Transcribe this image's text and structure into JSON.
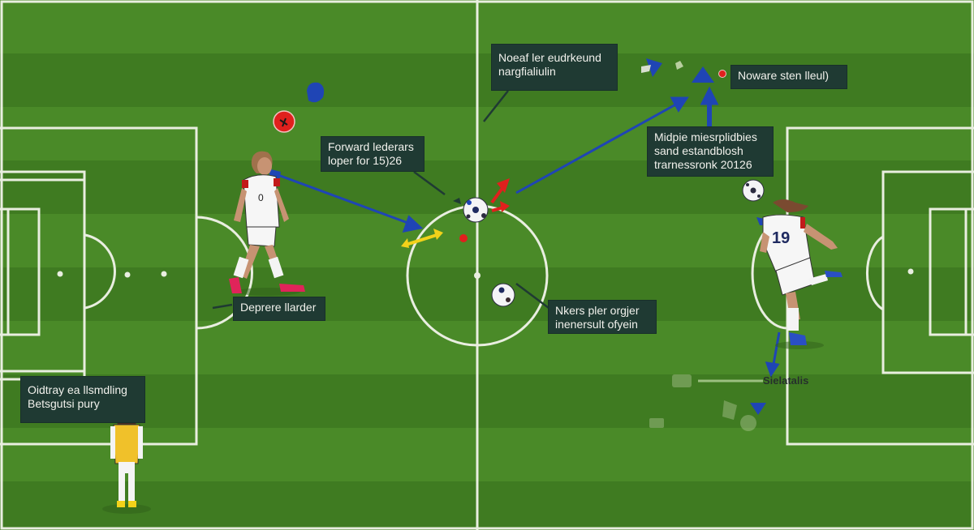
{
  "diagram": {
    "title": "Soccer tactics illustration",
    "colors": {
      "grass_light": "#4a8a28",
      "grass_dark": "#3f7b21",
      "line": "#e9eee0",
      "label_bg": "#1f3a33",
      "label_text": "#f1f1ec",
      "arrow_blue": "#1f45b5",
      "arrow_red": "#e0201d",
      "arrow_yellow": "#f2d21a"
    },
    "labels": [
      {
        "id": "top-center",
        "lines": [
          "Noeaf ler eudrkeund",
          "nargfialiulin"
        ]
      },
      {
        "id": "top-right",
        "lines": [
          "Noware sten lleul)"
        ]
      },
      {
        "id": "forward",
        "lines": [
          "Forward lederars",
          "loper for 15)26"
        ]
      },
      {
        "id": "midfield",
        "lines": [
          "Midpie miesrplidbies",
          "sand estandblosh",
          "trarnessronk 20126"
        ]
      },
      {
        "id": "defender",
        "lines": [
          "Deprere llarder"
        ]
      },
      {
        "id": "center-note",
        "lines": [
          "Nkers pler orgjer",
          "inenersult ofyein"
        ]
      },
      {
        "id": "bottom-left",
        "lines": [
          "Oidtray ea llsmdling",
          "Betsgutsi pury"
        ]
      }
    ],
    "plain_labels": [
      {
        "id": "bottom-right",
        "text": "Sielatalis"
      }
    ],
    "players": [
      {
        "id": "left-forward",
        "kit": "white",
        "shirt_number": "0",
        "boots": "pink"
      },
      {
        "id": "right-striker",
        "kit": "white",
        "shirt_number": "19",
        "boots": "blue"
      },
      {
        "id": "sideline-player",
        "kit": "yellow-white",
        "boots": "yellow"
      }
    ],
    "icons": [
      "soccer-ball",
      "red-marker",
      "blue-marker",
      "arrow-blue",
      "arrow-red",
      "arrow-yellow",
      "triangle-marker"
    ]
  }
}
